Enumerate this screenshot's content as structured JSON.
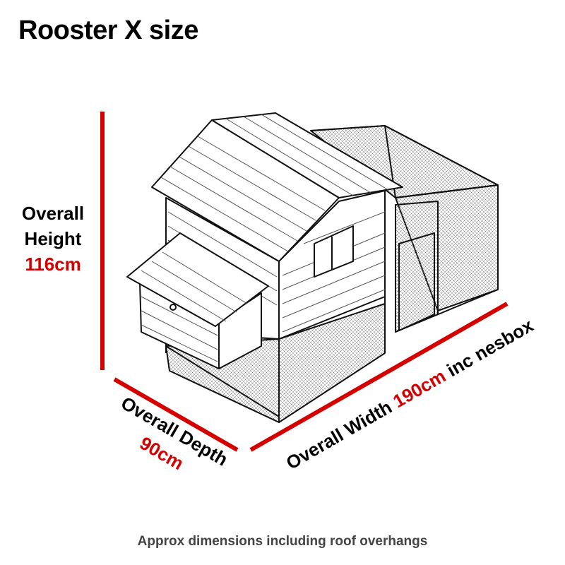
{
  "title": "Rooster X size",
  "height": {
    "line1": "Overall",
    "line2": "Height",
    "value": "116cm"
  },
  "depth": {
    "label": "Overall Depth",
    "value": "90cm"
  },
  "width": {
    "label": "Overall Width",
    "value": "190cm",
    "suffix": "inc nesbox"
  },
  "footer": "Approx dimensions including roof overhangs",
  "colors": {
    "dimension_line": "#d40000",
    "text": "#000000",
    "footer_text": "#444444"
  }
}
